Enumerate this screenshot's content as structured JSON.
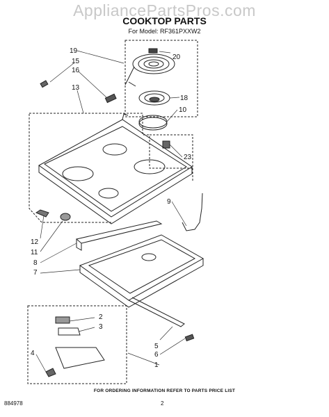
{
  "watermark": "AppliancePartsPros.com",
  "title": "COOKTOP PARTS",
  "subtitle": "For Model: RF361PXXW2",
  "footer_note": "FOR ORDERING INFORMATION REFER TO PARTS PRICE LIST",
  "doc_number": "884978",
  "page_number": "2",
  "callouts": [
    "1",
    "2",
    "3",
    "4",
    "5",
    "6",
    "7",
    "8",
    "9",
    "10",
    "11",
    "12",
    "13",
    "15",
    "16",
    "18",
    "19",
    "20",
    "23"
  ]
}
